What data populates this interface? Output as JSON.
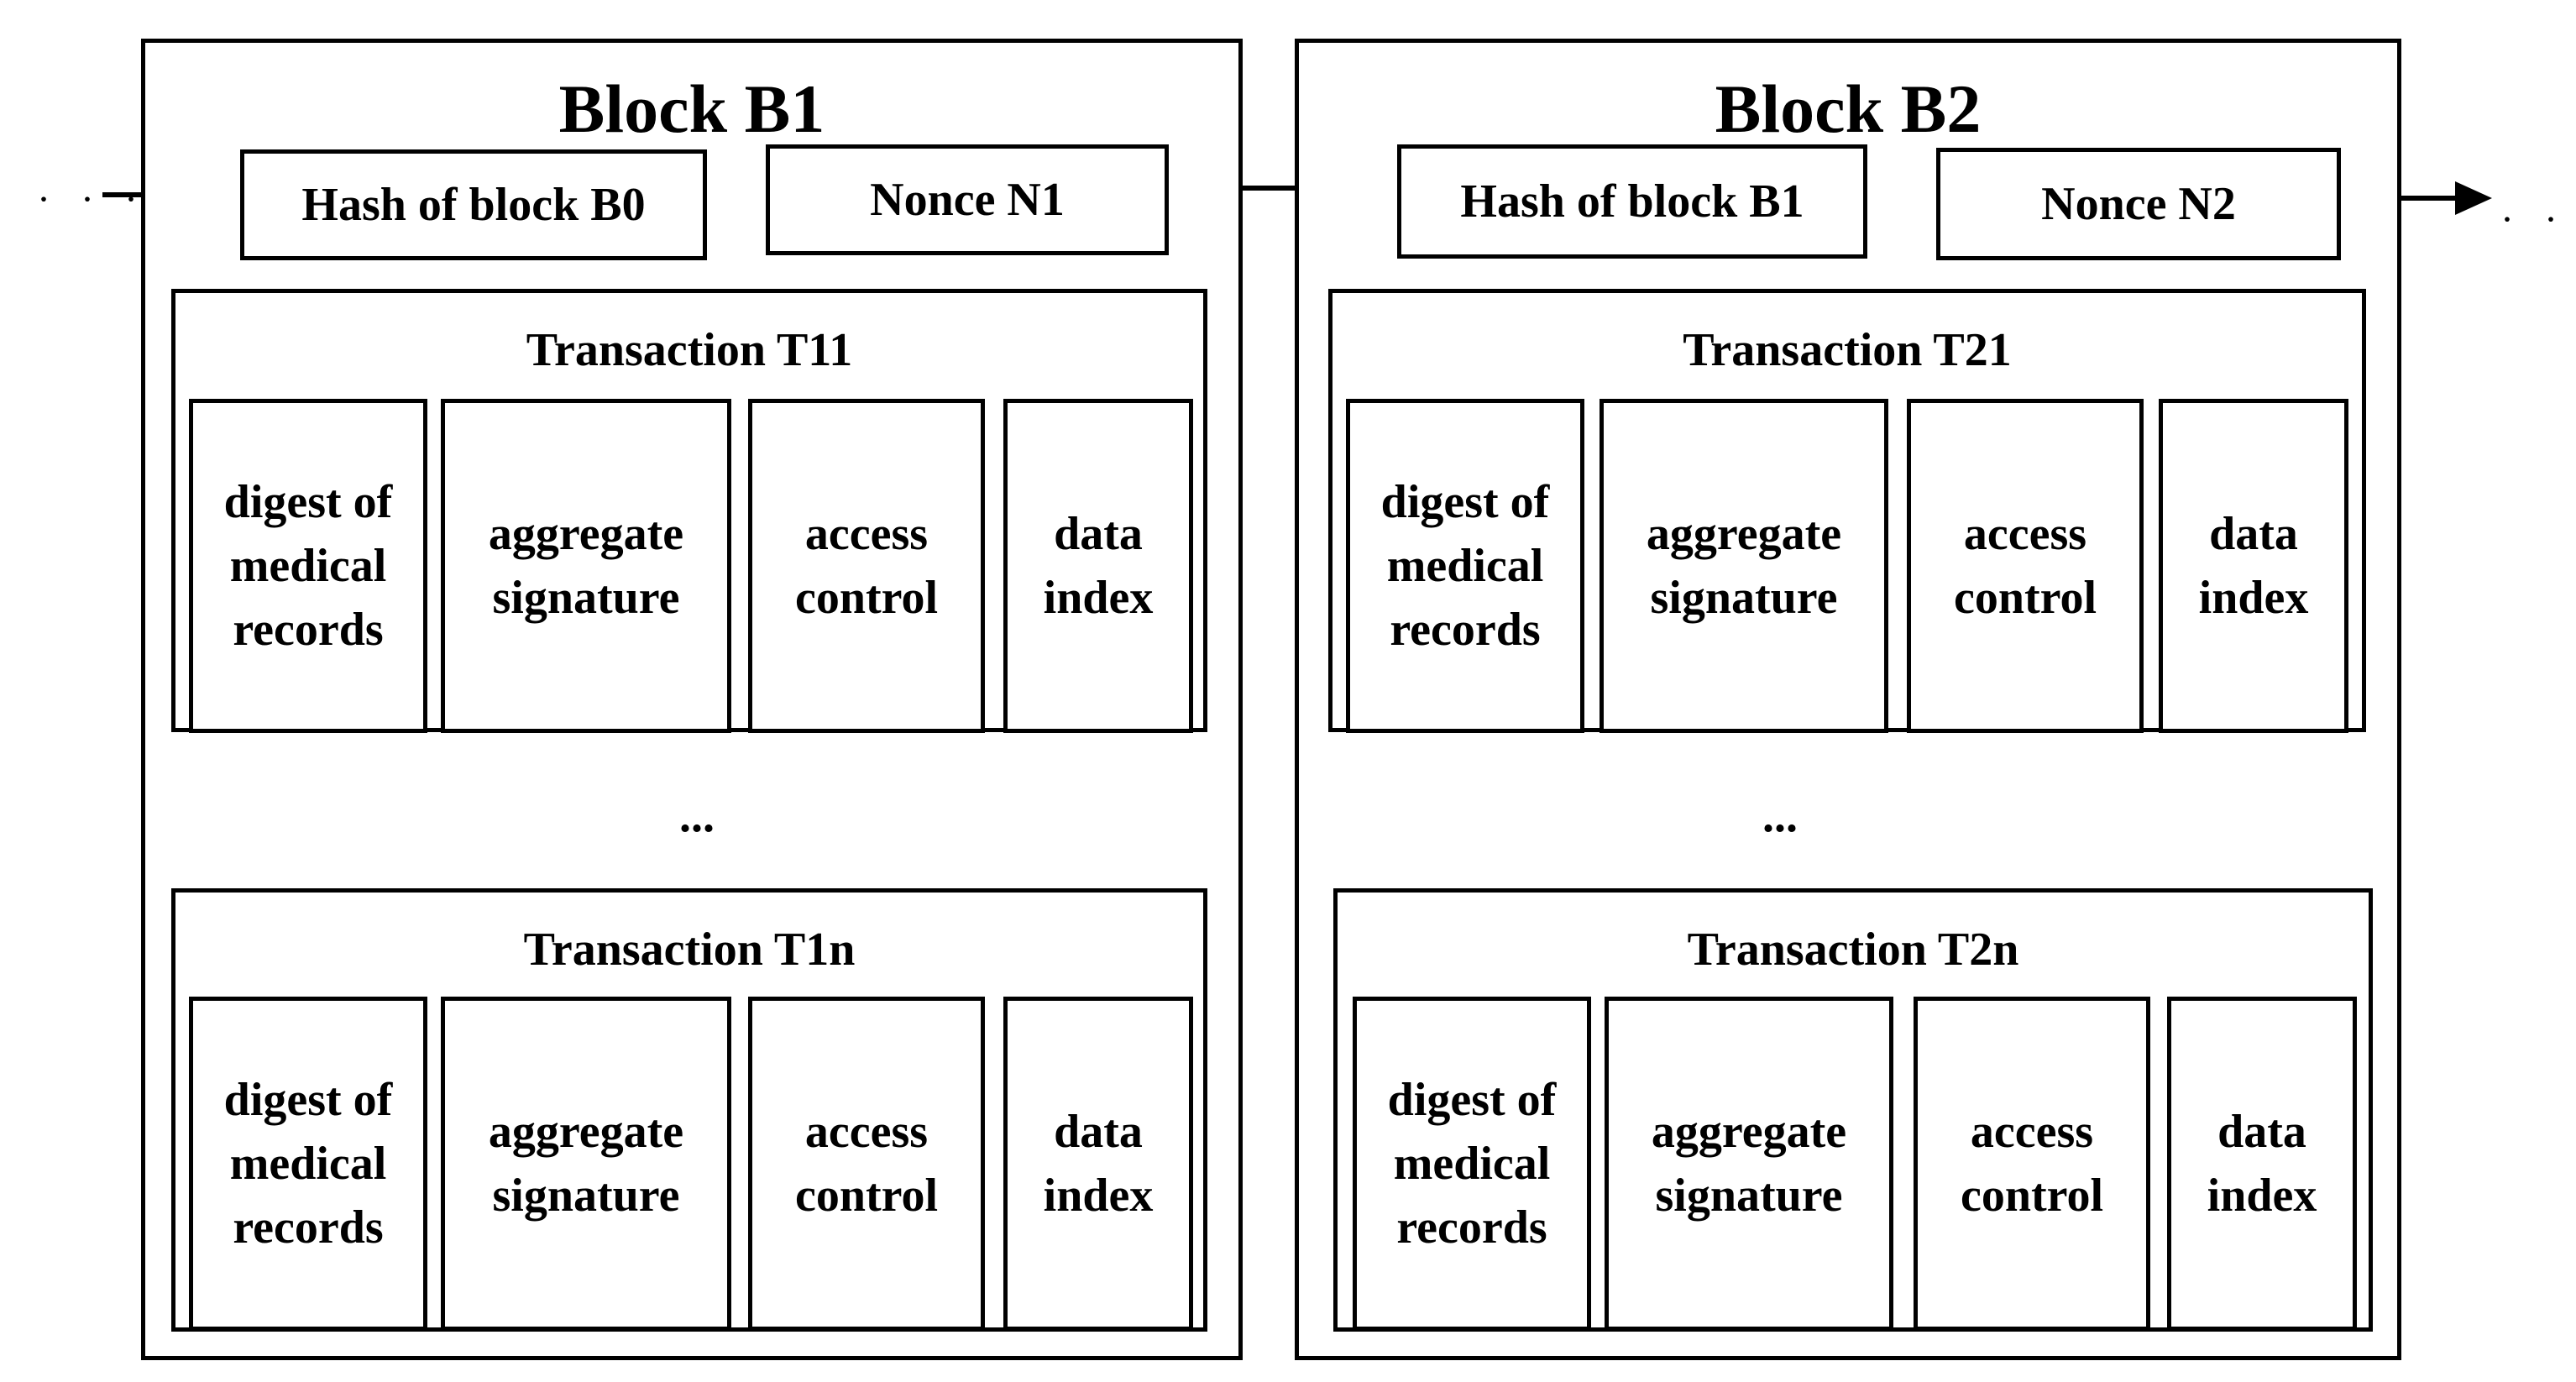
{
  "continuation_left": "· · ·",
  "continuation_right": "· · ·",
  "blocks": [
    {
      "title": "Block B1",
      "hash_label": "Hash of block B0",
      "nonce_label": "Nonce N1",
      "ellipsis": "...",
      "transactions": [
        {
          "title": "Transaction T11",
          "fields": [
            "digest of\nmedical\nrecords",
            "aggregate\nsignature",
            "access\ncontrol",
            "data\nindex"
          ]
        },
        {
          "title": "Transaction T1n",
          "fields": [
            "digest of\nmedical\nrecords",
            "aggregate\nsignature",
            "access\ncontrol",
            "data\nindex"
          ]
        }
      ]
    },
    {
      "title": "Block B2",
      "hash_label": "Hash of block B1",
      "nonce_label": "Nonce N2",
      "ellipsis": "...",
      "transactions": [
        {
          "title": "Transaction T21",
          "fields": [
            "digest of\nmedical\nrecords",
            "aggregate\nsignature",
            "access\ncontrol",
            "data\nindex"
          ]
        },
        {
          "title": "Transaction T2n",
          "fields": [
            "digest of\nmedical\nrecords",
            "aggregate\nsignature",
            "access\ncontrol",
            "data\nindex"
          ]
        }
      ]
    }
  ]
}
